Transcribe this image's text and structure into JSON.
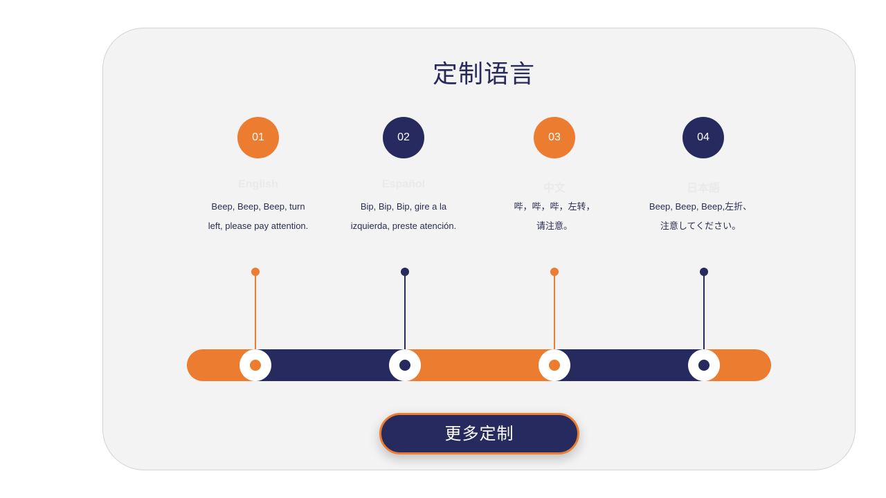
{
  "title": "定制语言",
  "colors": {
    "orange": "#ec7c30",
    "navy": "#262a5e",
    "card": "#f3f3f3"
  },
  "steps": [
    {
      "number": "01",
      "language": "English",
      "description": [
        "Beep, Beep, Beep, turn",
        "left, please pay attention."
      ],
      "color": "orange"
    },
    {
      "number": "02",
      "language": "Español",
      "description": [
        "Bip, Bip, Bip, gire a la",
        "izquierda, preste atención."
      ],
      "color": "navy"
    },
    {
      "number": "03",
      "language": "中文",
      "description": [
        "哔，哔，哔，左转，",
        "请注意。"
      ],
      "color": "orange"
    },
    {
      "number": "04",
      "language": "日本語",
      "description": [
        "Beep, Beep, Beep,左折、",
        "注意してください。"
      ],
      "color": "navy"
    }
  ],
  "button_label": "更多定制"
}
